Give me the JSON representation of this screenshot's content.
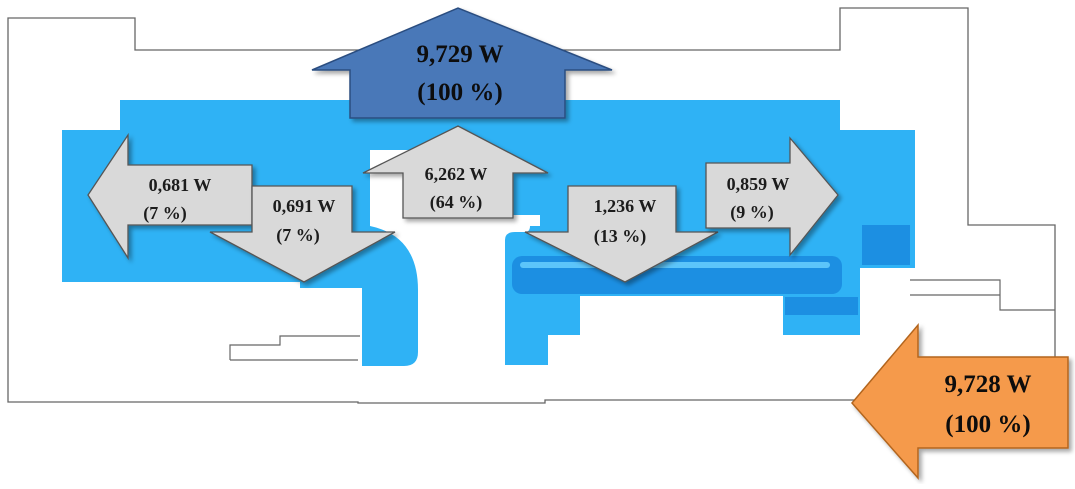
{
  "colors": {
    "body_blue": "#2fb2f5",
    "body_blue_dark": "#1d8fe0",
    "top_arrow": "#4a78b8",
    "right_arrow": "#f59a4c",
    "gray_arrow": "#d9d9d9",
    "outline": "#555555"
  },
  "arrows": {
    "total_out": {
      "value": "9,729 W",
      "percent": "(100 %)"
    },
    "total_in": {
      "value": "9,728 W",
      "percent": "(100 %)"
    },
    "left": {
      "value": "0,681 W",
      "percent": "(7 %)"
    },
    "left_down": {
      "value": "0,691 W",
      "percent": "(7 %)"
    },
    "center_up": {
      "value": "6,262 W",
      "percent": "(64 %)"
    },
    "right_down": {
      "value": "1,236 W",
      "percent": "(13 %)"
    },
    "right": {
      "value": "0,859 W",
      "percent": "(9 %)"
    }
  }
}
